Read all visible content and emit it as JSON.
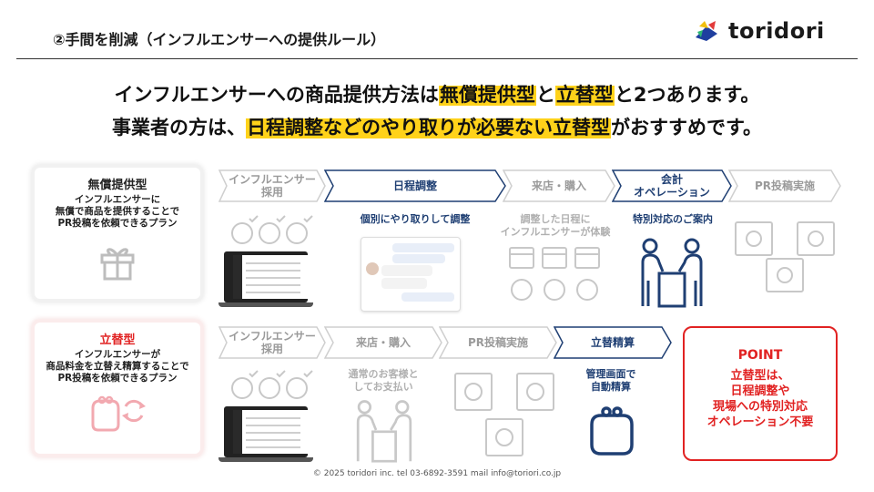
{
  "header": {
    "title": "②手間を削減（インフルエンサーへの提供ルール）",
    "brand": "toridori"
  },
  "headline": {
    "line1_a": "インフルエンサーへの商品提供方法は",
    "line1_h1": "無償提供型",
    "line1_b": "と",
    "line1_h2": "立替型",
    "line1_c": "と2つあります。",
    "line2_a": "事業者の方は、",
    "line2_h": "日程調整などのやり取りが必要ない立替型",
    "line2_b": "がおすすめです。"
  },
  "plan_free": {
    "title": "無償提供型",
    "desc1": "インフルエンサーに",
    "desc2": "無償で商品を提供することで",
    "desc3": "PR投稿を依頼できるプラン",
    "icon": "gift-icon",
    "steps": {
      "s1a": "インフルエンサー",
      "s1b": "採用",
      "s2": "日程調整",
      "s3": "来店・購入",
      "s4a": "会計",
      "s4b": "オペレーション",
      "s5": "PR投稿実施"
    },
    "captions": {
      "c2": "個別にやり取りして調整",
      "c3a": "調整した日程に",
      "c3b": "インフルエンサーが体験",
      "c4": "特別対応のご案内"
    }
  },
  "plan_advance": {
    "title": "立替型",
    "desc1": "インフルエンサーが",
    "desc2": "商品料金を立替え精算することで",
    "desc3": "PR投稿を依頼できるプラン",
    "icon": "wallet-icon",
    "steps": {
      "s1a": "インフルエンサー",
      "s1b": "採用",
      "s2": "来店・購入",
      "s3": "PR投稿実施",
      "s4": "立替精算"
    },
    "captions": {
      "c2a": "通常のお客様と",
      "c2b": "してお支払い",
      "c4a": "管理画面で",
      "c4b": "自動精算"
    }
  },
  "point": {
    "title": "POINT",
    "line1": "立替型は、",
    "line2": "日程調整や",
    "line3": "現場への特別対応",
    "line4": "オペレーション不要"
  },
  "footer": {
    "text": "© 2025 toridori inc.   tel 03-6892-3591 mail info@toriori.co.jp"
  },
  "colors": {
    "highlight": "#ffd21a",
    "navy": "#1f3f73",
    "gray": "#9a9a9a",
    "point_red": "#e12222"
  }
}
